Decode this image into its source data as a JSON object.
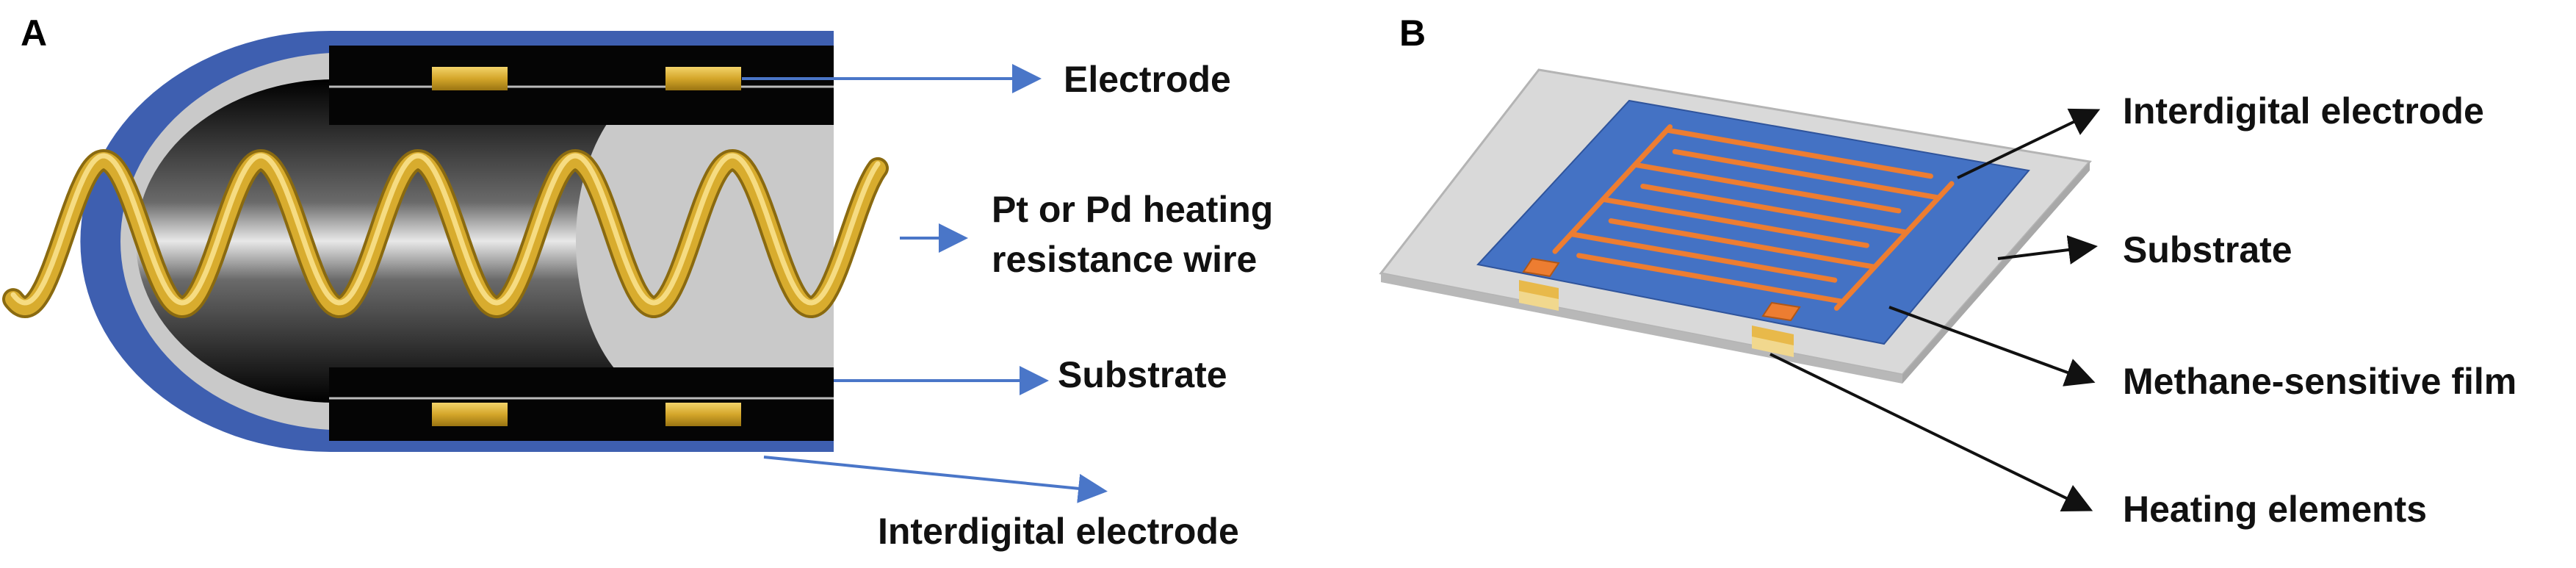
{
  "panel_a": {
    "letter": "A",
    "labels": {
      "electrode": "Electrode",
      "wire_line1": "Pt or Pd heating",
      "wire_line2": "resistance wire",
      "substrate": "Substrate",
      "interdigital": "Interdigital electrode"
    }
  },
  "panel_b": {
    "letter": "B",
    "labels": {
      "interdigital": "Interdigital electrode",
      "substrate": "Substrate",
      "film": "Methane-sensitive film",
      "heating": "Heating elements"
    }
  },
  "colors": {
    "blue_shell": "#3e5fb0",
    "arrow_blue": "#4a76c8",
    "gold": "#d4a62a",
    "film_blue": "#4472c4",
    "orange": "#ed7d31",
    "black": "#000000"
  }
}
